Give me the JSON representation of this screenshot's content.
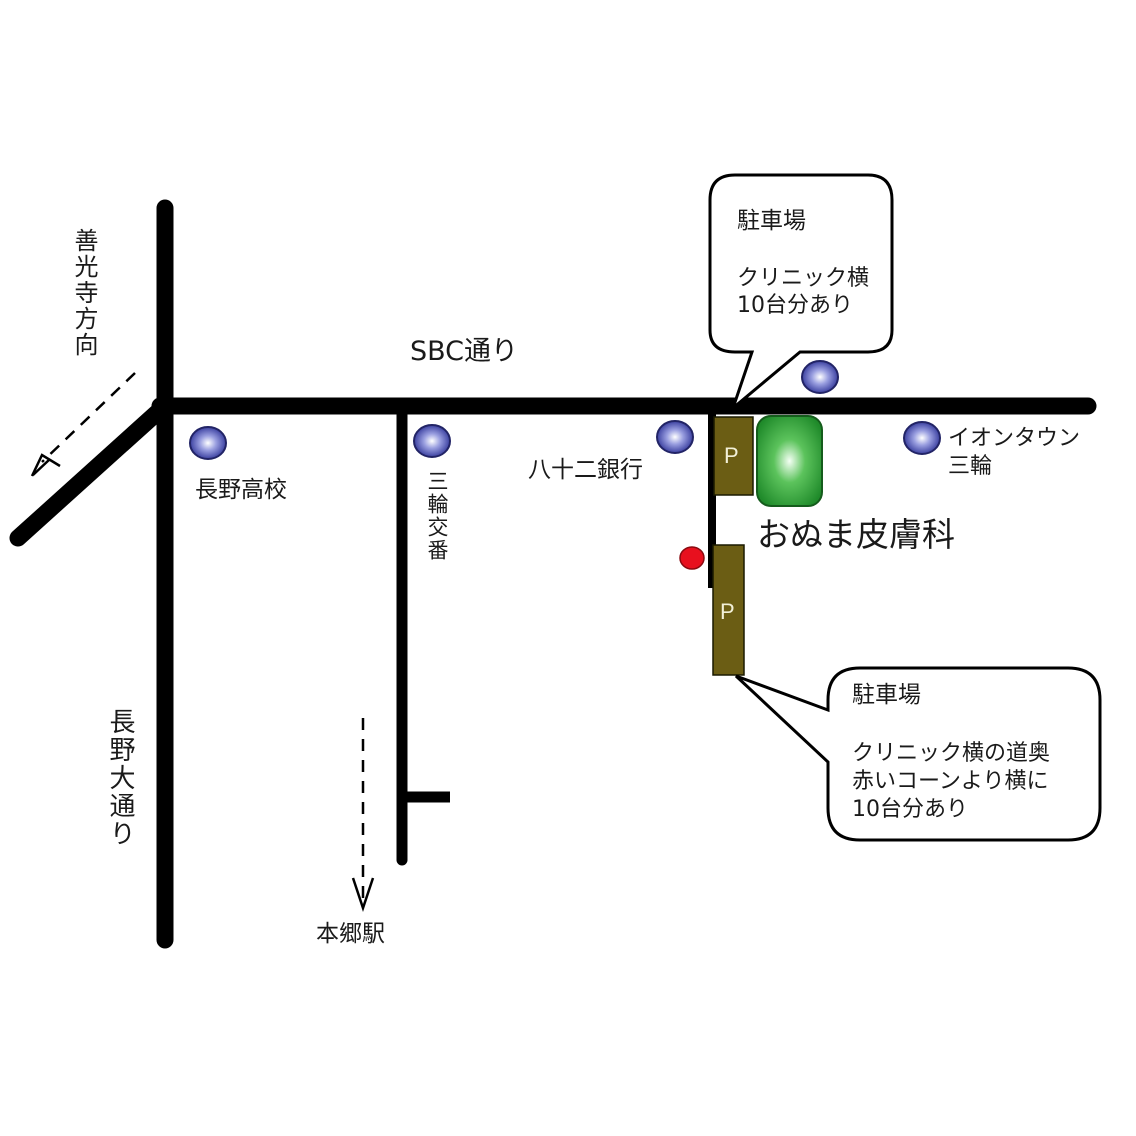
{
  "map": {
    "roads": {
      "sbc": "SBC通り",
      "nagano_dai": "長野大通り",
      "zenkoji_direction": "善光寺方向"
    },
    "landmarks": {
      "nagano_high_school": "長野高校",
      "miwa_koban": "三輪交番",
      "hachijuni_bank": "八十二銀行",
      "aeon_town_line1": "イオンタウン",
      "aeon_town_line2": "三輪",
      "hongo_station": "本郷駅"
    },
    "clinic": {
      "name": "おぬま皮膚科",
      "color": "#2e9a3a"
    },
    "parking": {
      "marker_label": "P",
      "color": "#6b5d14",
      "bubble_top": {
        "title": "駐車場",
        "line1": "クリニック横",
        "line2": "10台分あり"
      },
      "bubble_bottom": {
        "title": "駐車場",
        "line1": "クリニック横の道奥",
        "line2": "赤いコーンより横に",
        "line3": "10台分あり"
      }
    },
    "colors": {
      "road": "#000000",
      "landmark_marker": "#4a4fa8",
      "red_cone": "#e8101e"
    }
  }
}
